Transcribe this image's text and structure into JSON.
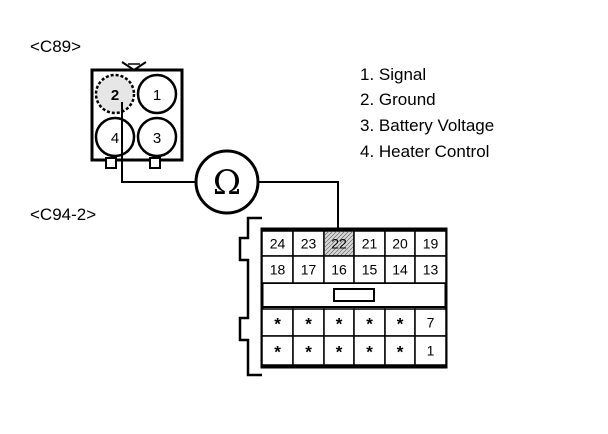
{
  "connectors": {
    "c89_label": "<C89>",
    "c94_label": "<C94-2>"
  },
  "c89_pins": [
    {
      "num": "2",
      "highlighted": true
    },
    {
      "num": "1",
      "highlighted": false
    },
    {
      "num": "4",
      "highlighted": false
    },
    {
      "num": "3",
      "highlighted": false
    }
  ],
  "meter": {
    "symbol": "Ω"
  },
  "legend": [
    "1. Signal",
    "2. Ground",
    "3. Battery Voltage",
    "4. Heater Control"
  ],
  "c94_rows": [
    [
      "24",
      "23",
      "22",
      "21",
      "20",
      "19"
    ],
    [
      "18",
      "17",
      "16",
      "15",
      "14",
      "13"
    ],
    [
      "*",
      "*",
      "*",
      "*",
      "*",
      "7"
    ],
    [
      "*",
      "*",
      "*",
      "*",
      "*",
      "1"
    ]
  ],
  "c94_highlight": "22"
}
